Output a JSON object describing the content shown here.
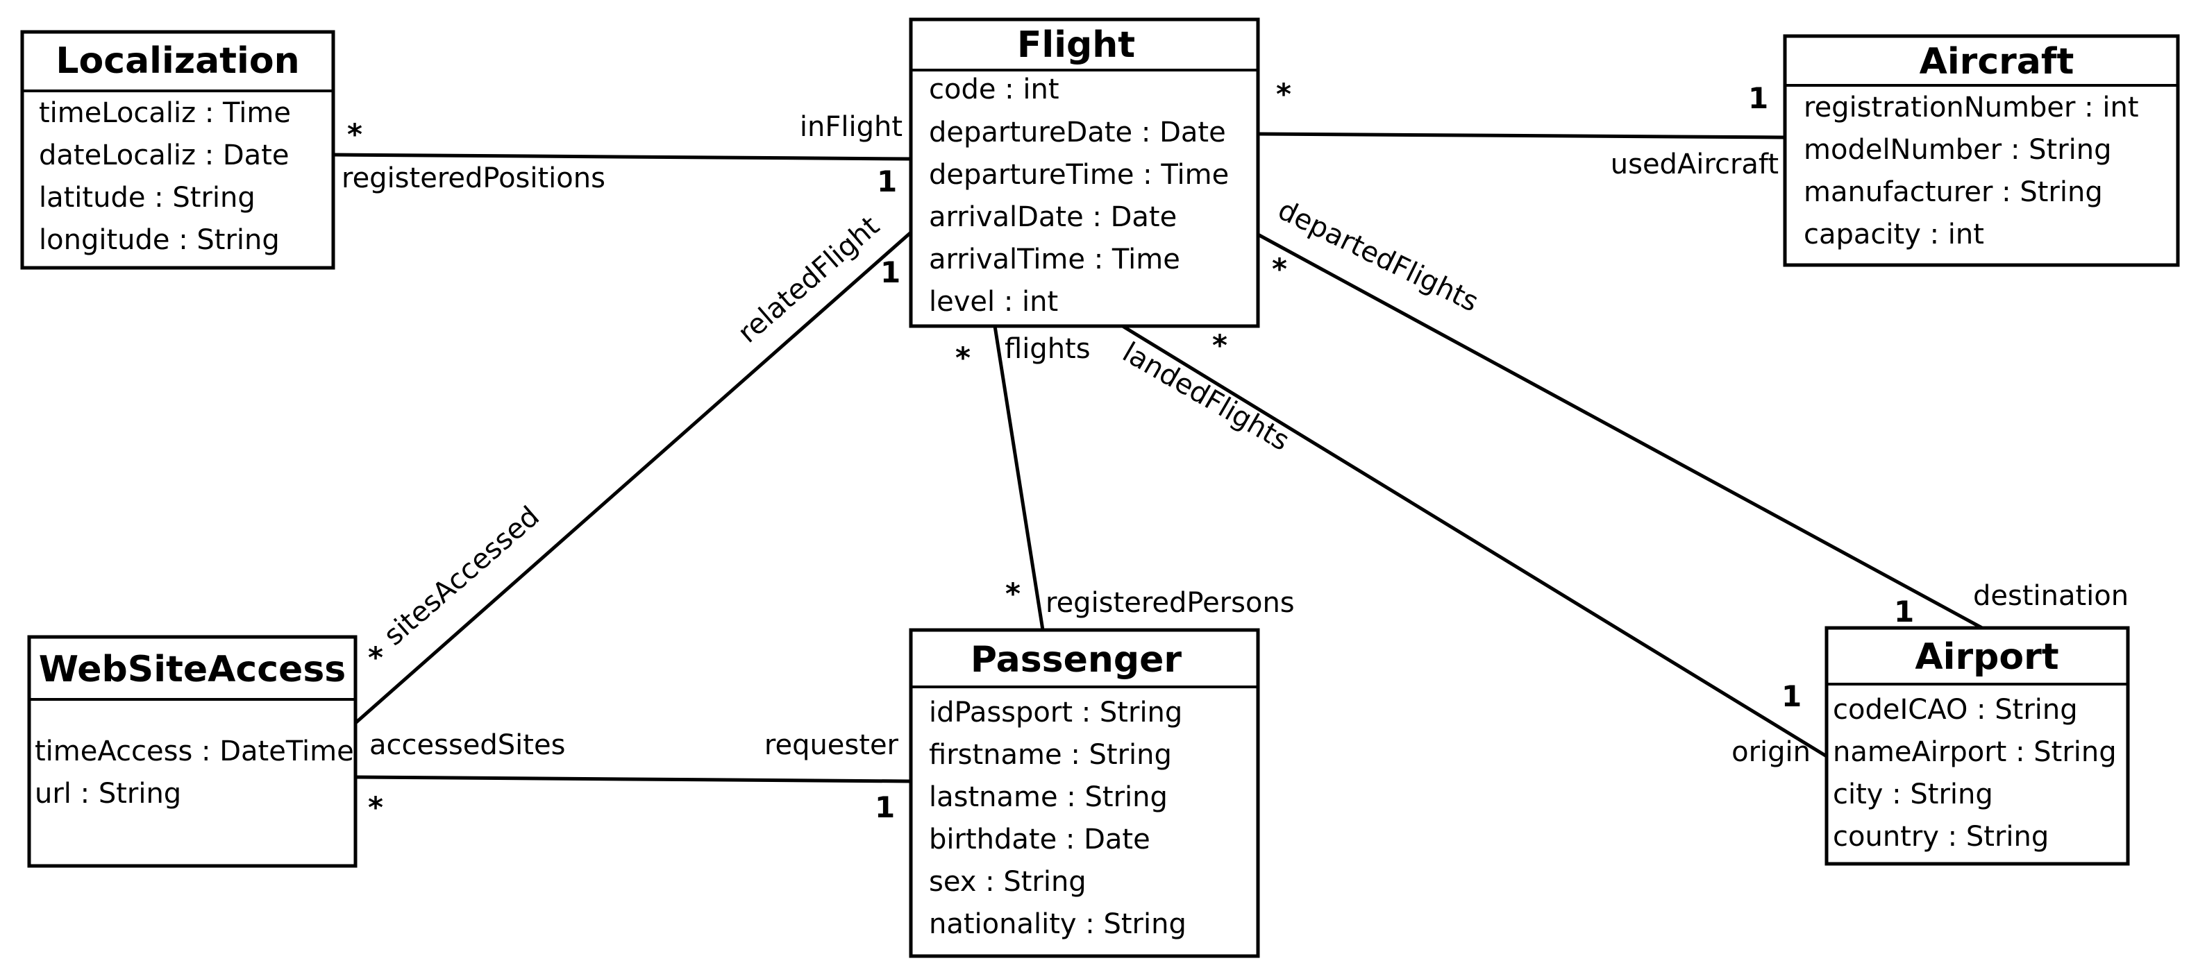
{
  "classes": {
    "localization": {
      "name": "Localization",
      "attributes": [
        "timeLocaliz : Time",
        "dateLocaliz : Date",
        "latitude : String",
        "longitude : String"
      ]
    },
    "flight": {
      "name": "Flight",
      "attributes": [
        "code : int",
        "departureDate : Date",
        "departureTime : Time",
        "arrivalDate : Date",
        "arrivalTime : Time",
        "level : int"
      ]
    },
    "aircraft": {
      "name": "Aircraft",
      "attributes": [
        "registrationNumber : int",
        "modelNumber : String",
        "manufacturer : String",
        "capacity : int"
      ]
    },
    "websiteaccess": {
      "name": "WebSiteAccess",
      "attributes": [
        "timeAccess : DateTime",
        "url : String"
      ]
    },
    "passenger": {
      "name": "Passenger",
      "attributes": [
        "idPassport : String",
        "firstname : String",
        "lastname : String",
        "birthdate : Date",
        "sex : String",
        "nationality : String"
      ]
    },
    "airport": {
      "name": "Airport",
      "attributes": [
        "codeICAO : String",
        "nameAirport : String",
        "city : String",
        "country : String"
      ]
    }
  },
  "associations": {
    "localization_flight": {
      "role_source": "registeredPositions",
      "mult_source": "*",
      "role_target": "inFlight",
      "mult_target": "1"
    },
    "flight_aircraft": {
      "role_source": "",
      "mult_source": "*",
      "role_target": "usedAircraft",
      "mult_target": "1"
    },
    "website_flight": {
      "role_source": "sitesAccessed",
      "mult_source": "*",
      "role_target": "relatedFlight",
      "mult_target": "1"
    },
    "website_passenger": {
      "role_source": "accessedSites",
      "mult_source": "*",
      "role_target": "requester",
      "mult_target": "1"
    },
    "flight_passenger": {
      "role_source": "flights",
      "mult_source": "*",
      "role_target": "registeredPersons",
      "mult_target": "*"
    },
    "flight_airport_landed": {
      "role_source": "landedFlights",
      "mult_source": "*",
      "role_target": "origin",
      "mult_target": "1"
    },
    "flight_airport_departed": {
      "role_source": "departedFlights",
      "mult_source": "*",
      "role_target": "destination",
      "mult_target": "1"
    }
  }
}
